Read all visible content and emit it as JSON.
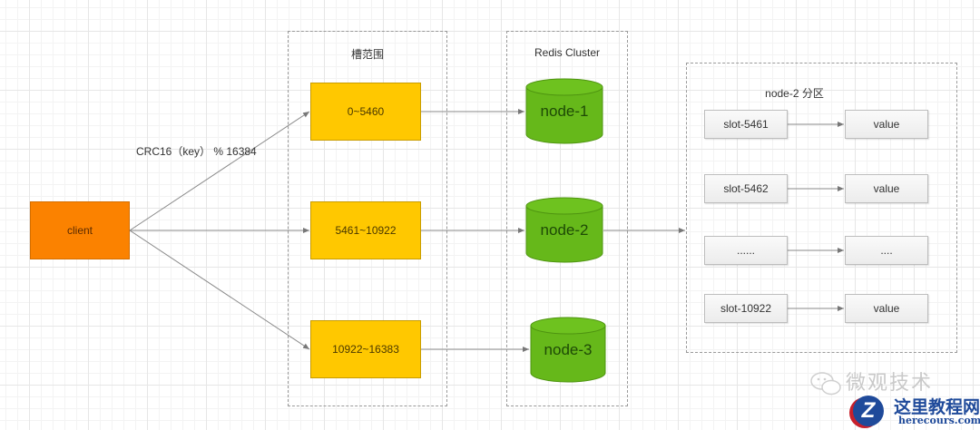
{
  "client": {
    "label": "client",
    "color": "#fb8200"
  },
  "hash_label": "CRC16（key） % 16384",
  "slot_group": {
    "title": "槽范围",
    "ranges": [
      "0~5460",
      "5461~10922",
      "10922~16383"
    ],
    "color": "#ffc800"
  },
  "cluster_group": {
    "title": "Redis Cluster",
    "nodes": [
      "node-1",
      "node-2",
      "node-3"
    ],
    "color": "#66b81a"
  },
  "partition_group": {
    "title": "node-2 分区",
    "rows": [
      {
        "slot": "slot-5461",
        "value": "value"
      },
      {
        "slot": "slot-5462",
        "value": "value"
      },
      {
        "slot": "......",
        "value": "...."
      },
      {
        "slot": "slot-10922",
        "value": "value"
      }
    ]
  },
  "watermark": {
    "wechat_name": "微观技术",
    "site_name_cn": "这里教程网",
    "site_name_en": "herecours.com",
    "logo_letter": "Z"
  }
}
